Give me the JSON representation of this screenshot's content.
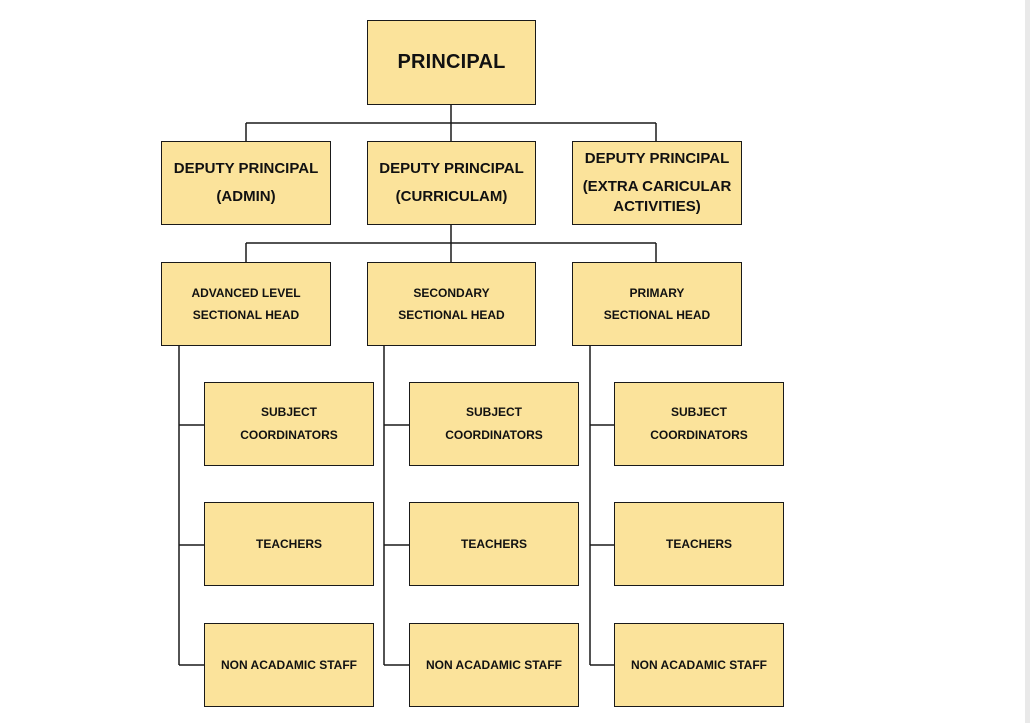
{
  "chart": {
    "principal": {
      "line1": "PRINCIPAL"
    },
    "deputies": [
      {
        "line1": "DEPUTY PRINCIPAL",
        "line2": "(ADMIN)"
      },
      {
        "line1": "DEPUTY PRINCIPAL",
        "line2": "(CURRICULAM)"
      },
      {
        "line1": "DEPUTY PRINCIPAL",
        "line2": "(EXTRA CARICULAR",
        "line3": "ACTIVITIES)"
      }
    ],
    "sections": [
      {
        "head": {
          "line1": "ADVANCED LEVEL",
          "line2": "SECTIONAL HEAD"
        },
        "staff": [
          {
            "line1": "SUBJECT",
            "line2": "COORDINATORS"
          },
          {
            "line1": "TEACHERS"
          },
          {
            "line1": "NON ACADAMIC STAFF"
          }
        ]
      },
      {
        "head": {
          "line1": "SECONDARY",
          "line2": "SECTIONAL HEAD"
        },
        "staff": [
          {
            "line1": "SUBJECT",
            "line2": "COORDINATORS"
          },
          {
            "line1": "TEACHERS"
          },
          {
            "line1": "NON ACADAMIC STAFF"
          }
        ]
      },
      {
        "head": {
          "line1": "PRIMARY",
          "line2": "SECTIONAL HEAD"
        },
        "staff": [
          {
            "line1": "SUBJECT",
            "line2": "COORDINATORS"
          },
          {
            "line1": "TEACHERS"
          },
          {
            "line1": "NON ACADAMIC STAFF"
          }
        ]
      }
    ]
  },
  "colors": {
    "box_fill": "#fbe39b",
    "box_border": "#1a1a1a",
    "line": "#1a1a1a",
    "background": "#ffffff"
  }
}
